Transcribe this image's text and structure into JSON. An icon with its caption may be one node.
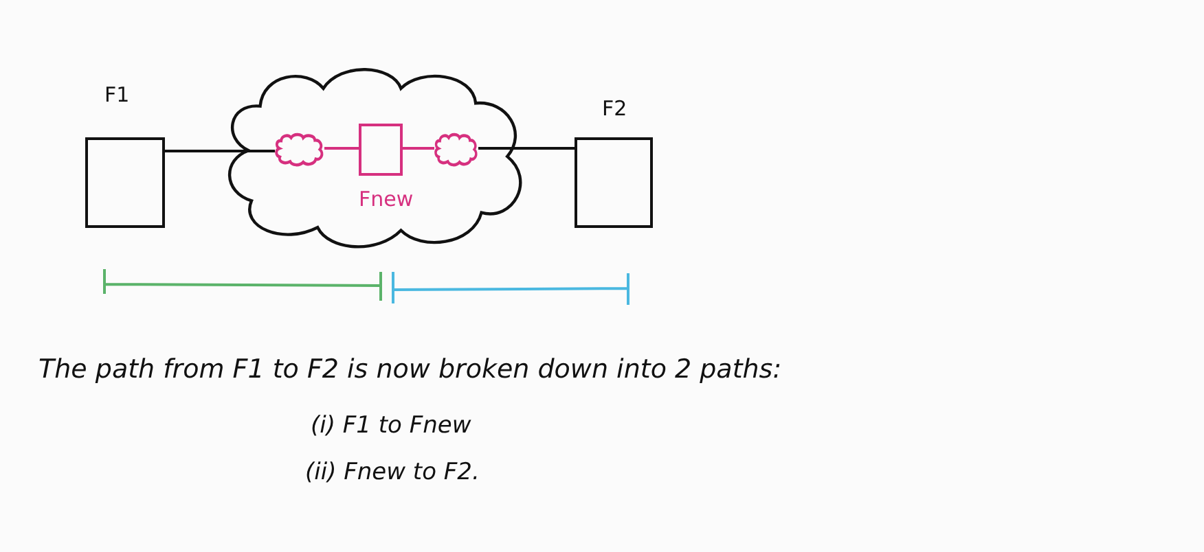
{
  "diagram": {
    "nodes": [
      {
        "text": [
          "F1"
        ]
      },
      {
        "text": [],
        "shape": "cloud"
      },
      {
        "text": [],
        "shape": "cloud",
        "in": 1
      },
      {
        "text": [
          "Fnew"
        ],
        "in": 1
      },
      {
        "text": [],
        "shape": "cloud",
        "in": 1
      },
      {
        "text": [
          "F2"
        ]
      }
    ],
    "edges": [
      {
        "from": 0,
        "to": 2,
        "arrow": "none"
      },
      {
        "from": 2,
        "to": 3,
        "arrow": "none",
        "color": "#d6307f"
      },
      {
        "from": 3,
        "to": 4,
        "arrow": "none",
        "color": "#d6307f"
      },
      {
        "from": 4,
        "to": 5,
        "arrow": "none"
      }
    ],
    "labels": [
      "The path from F1 to F2 is now broken down into 2 paths:",
      "(i) F1 to Fnew",
      "(ii) Fnew to F2."
    ]
  }
}
